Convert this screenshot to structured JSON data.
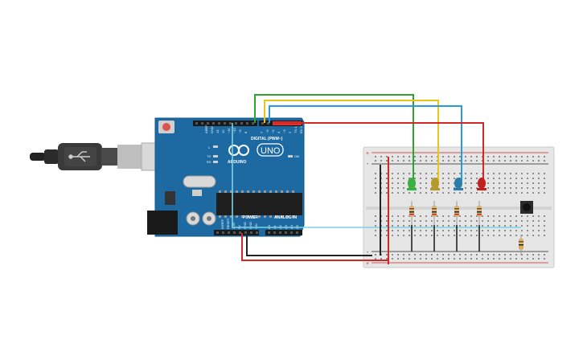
{
  "board": {
    "brand": "ARDUINO",
    "model": "UNO",
    "digital_label": "DIGITAL (PWM~)",
    "power_label": "POWER",
    "analog_label": "ANALOG IN",
    "on_label": "ON",
    "tx_label": "TX",
    "rx_label": "RX",
    "l_label": "L",
    "aref_label": "AREF",
    "gnd_label": "GND",
    "pin13": "13",
    "pin12": "12",
    "pin11": "~11",
    "pin10": "~10",
    "pin9": "~9",
    "pin8": "8",
    "pin7": "7",
    "pin6": "~6",
    "pin5": "~5",
    "pin4": "4",
    "pin3": "~3",
    "pin2": "2",
    "tx1": "TX 1",
    "rx0": "RX 0",
    "ioref": "IOREF",
    "reset": "RESET",
    "v33": "3.3V",
    "v5": "5V",
    "gnd_a": "GND",
    "gnd_b": "GND",
    "vin": "VIN",
    "a0": "A0",
    "a1": "A1",
    "a2": "A2",
    "a3": "A3",
    "a4": "A4",
    "a5": "A5"
  },
  "leds": [
    {
      "name": "green",
      "color": "#3cb043"
    },
    {
      "name": "yellow",
      "color": "#b59a2a"
    },
    {
      "name": "blue",
      "color": "#2a7fa8"
    },
    {
      "name": "red",
      "color": "#c21f1f"
    }
  ],
  "wires": {
    "green": "#2ea32e",
    "yellow": "#e8c51a",
    "blue": "#2b9bd8",
    "red": "#d22727",
    "cyan": "#7fd3e3",
    "black": "#222222"
  },
  "breadboard": {
    "plus_label": "+",
    "minus_label": "-"
  }
}
